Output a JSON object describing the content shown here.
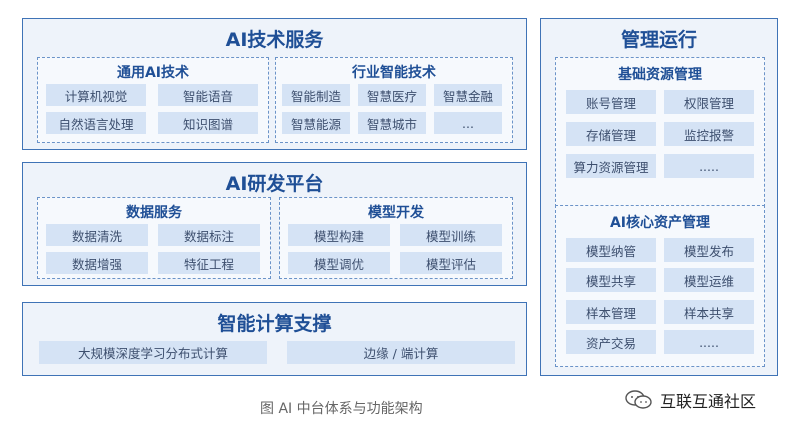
{
  "ai_tech_service": {
    "title": "AI技术服务",
    "general": {
      "title": "通用AI技术",
      "items": [
        "计算机视觉",
        "智能语音",
        "自然语言处理",
        "知识图谱"
      ]
    },
    "industry": {
      "title": "行业智能技术",
      "items": [
        "智能制造",
        "智慧医疗",
        "智慧金融",
        "智慧能源",
        "智慧城市",
        "..."
      ]
    }
  },
  "ai_dev_platform": {
    "title": "AI研发平台",
    "data_service": {
      "title": "数据服务",
      "items": [
        "数据清洗",
        "数据标注",
        "数据增强",
        "特征工程"
      ]
    },
    "model_dev": {
      "title": "模型开发",
      "items": [
        "模型构建",
        "模型训练",
        "模型调优",
        "模型评估"
      ]
    }
  },
  "compute_support": {
    "title": "智能计算支撑",
    "items": [
      "大规模深度学习分布式计算",
      "边缘 / 端计算"
    ]
  },
  "ops": {
    "title": "管理运行",
    "basic": {
      "title": "基础资源管理",
      "items": [
        "账号管理",
        "权限管理",
        "存储管理",
        "监控报警",
        "算力资源管理",
        "....."
      ]
    },
    "core": {
      "title": "AI核心资产管理",
      "items": [
        "模型纳管",
        "模型发布",
        "模型共享",
        "模型运维",
        "样本管理",
        "样本共享",
        "资产交易",
        "....."
      ]
    }
  },
  "caption": "图  AI 中台体系与功能架构",
  "brand": {
    "icon": "wechat-icon",
    "text": "互联互通社区"
  }
}
